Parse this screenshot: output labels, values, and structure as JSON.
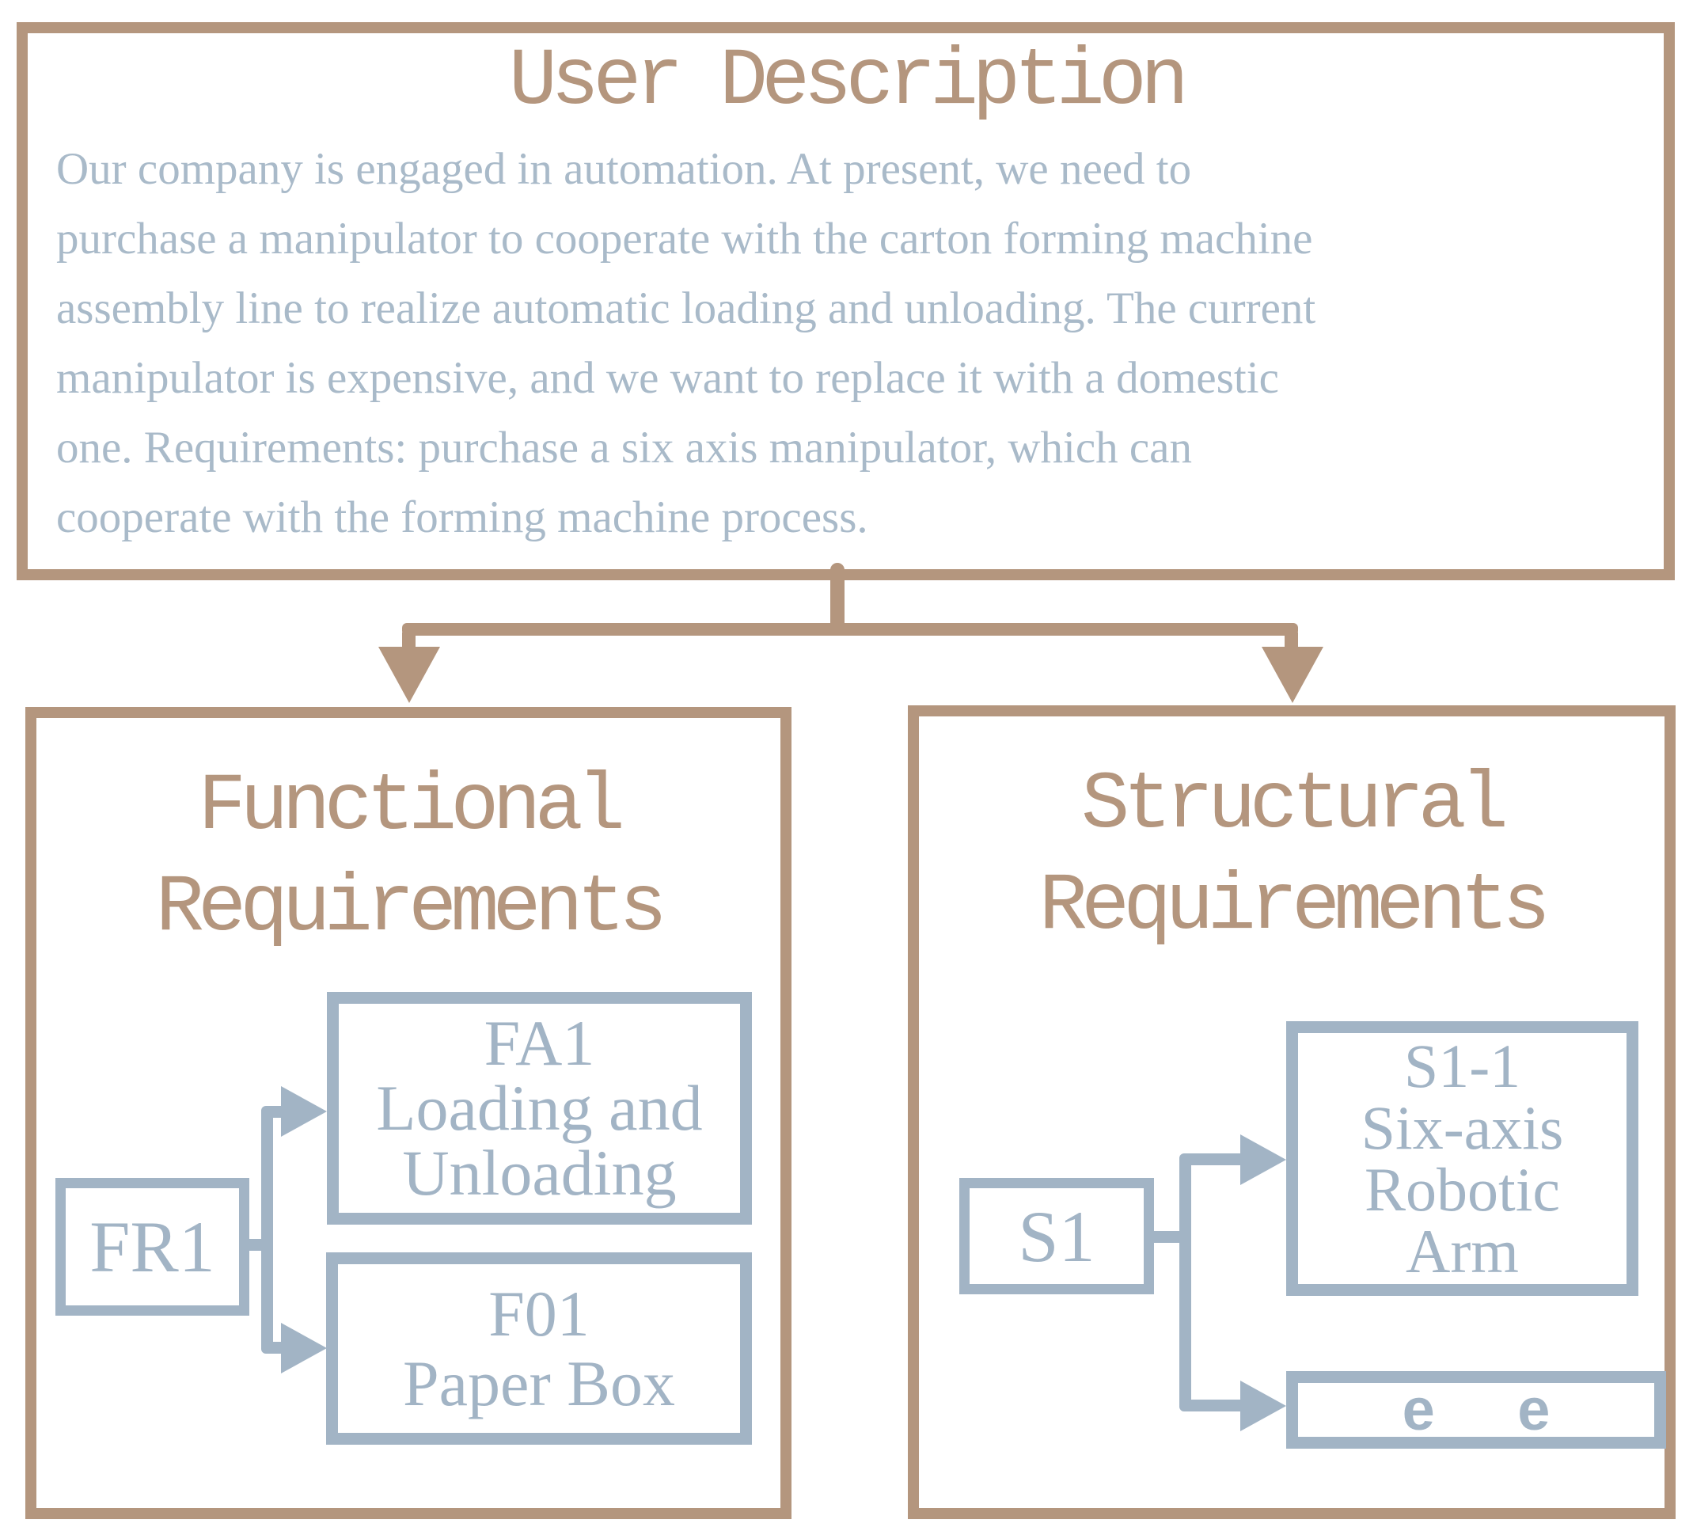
{
  "colors": {
    "frame_tan": "#b4967e",
    "node_blue": "#a2b4c5",
    "body_text_blue": "#a9bac9",
    "background": "#ffffff"
  },
  "user_description": {
    "title": "User Description",
    "body": "Our company is engaged in automation. At present, we need to\npurchase a manipulator to cooperate with the carton forming machine\nassembly line to realize automatic loading and unloading. The current\nmanipulator is expensive, and we want to replace it with a domestic\none. Requirements: purchase a six axis manipulator, which can\ncooperate with the forming machine process."
  },
  "functional": {
    "title_lines": [
      "Functional",
      "Requirements"
    ],
    "root_label": "FR1",
    "children": [
      {
        "lines": [
          "FA1",
          "Loading and",
          "Unloading"
        ]
      },
      {
        "lines": [
          "F01",
          "Paper Box"
        ]
      }
    ]
  },
  "structural": {
    "title_lines": [
      "Structural",
      "Requirements"
    ],
    "root_label": "S1",
    "children": [
      {
        "lines": [
          "S1-1",
          "Six-axis",
          "Robotic",
          "Arm"
        ]
      },
      {
        "lines": [
          "e e"
        ]
      }
    ]
  }
}
